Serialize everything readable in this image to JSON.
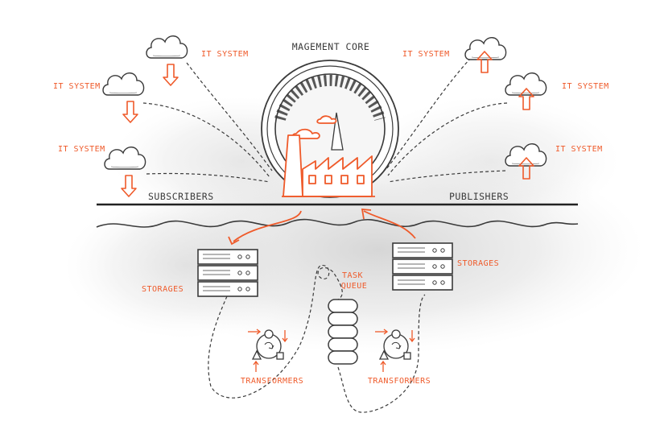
{
  "title": "MAGEMENT CORE",
  "labels": {
    "subscribers": "SUBSCRIBERS",
    "publishers": "PUBLISHERS",
    "task_queue_line1": "TASK",
    "task_queue_line2": "QUEUE"
  },
  "left_systems": [
    {
      "label": "IT SYSTEM",
      "direction": "down"
    },
    {
      "label": "IT SYSTEM",
      "direction": "down"
    },
    {
      "label": "IT SYSTEM",
      "direction": "down"
    }
  ],
  "right_systems": [
    {
      "label": "IT SYSTEM",
      "direction": "up"
    },
    {
      "label": "IT SYSTEM",
      "direction": "up"
    },
    {
      "label": "IT SYSTEM",
      "direction": "up"
    }
  ],
  "storages": [
    {
      "label": "STORAGES"
    },
    {
      "label": "STORAGES"
    }
  ],
  "transformers": [
    {
      "label": "TRANSFORMERS"
    },
    {
      "label": "TRANSFORMERS"
    }
  ],
  "colors": {
    "accent": "#ef5a2a",
    "ink": "#3a3a3a",
    "smudge": "#d7d7d7"
  },
  "icons": [
    "cloud-icon",
    "arrow-down-icon",
    "arrow-up-icon",
    "factory-icon",
    "gauge-icon",
    "server-icon",
    "database-icon",
    "transformer-icon"
  ]
}
